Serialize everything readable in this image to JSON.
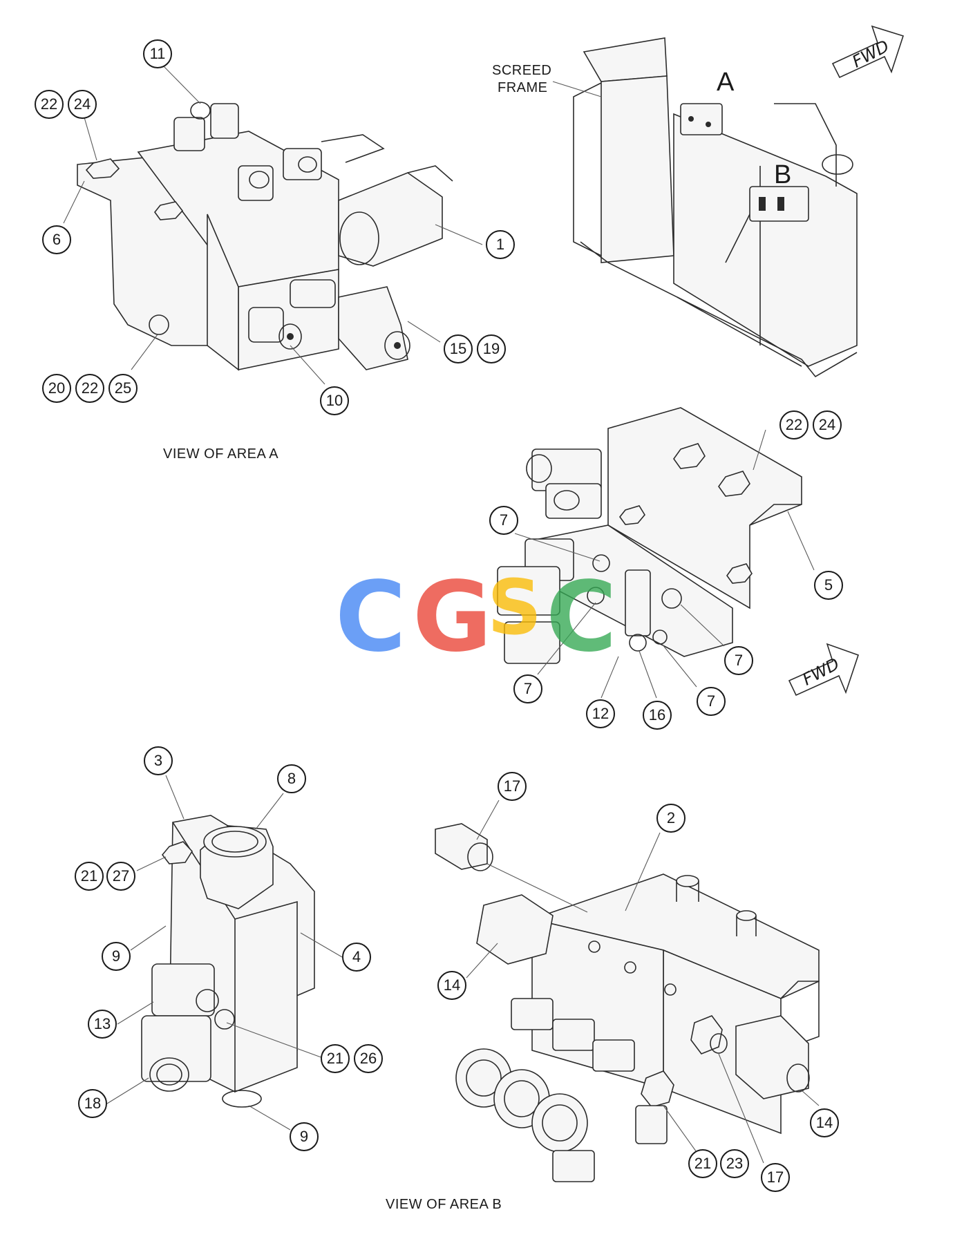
{
  "labels": {
    "screed_frame_line1": "SCREED",
    "screed_frame_line2": "FRAME",
    "area_a_letter": "A",
    "area_b_letter": "B",
    "fwd_top": "FWD",
    "fwd_mid": "FWD",
    "view_area_a": "VIEW OF AREA A",
    "view_area_b": "VIEW OF AREA B"
  },
  "watermark": {
    "letters": [
      "C",
      "G",
      "S",
      "C"
    ],
    "colors": [
      "#4285f4",
      "#ea4335",
      "#fbbc05",
      "#34a853"
    ]
  },
  "callouts": {
    "view_a": [
      "11",
      "22",
      "24",
      "6",
      "1",
      "15",
      "19",
      "10",
      "20",
      "22",
      "25"
    ],
    "mid": [
      "22",
      "24",
      "5",
      "7",
      "7",
      "7",
      "7",
      "12",
      "16"
    ],
    "bottom_left": [
      "3",
      "8",
      "21",
      "27",
      "9",
      "4",
      "13",
      "21",
      "26",
      "18",
      "9"
    ],
    "bottom_right": [
      "17",
      "2",
      "14",
      "14",
      "21",
      "23",
      "17"
    ]
  }
}
